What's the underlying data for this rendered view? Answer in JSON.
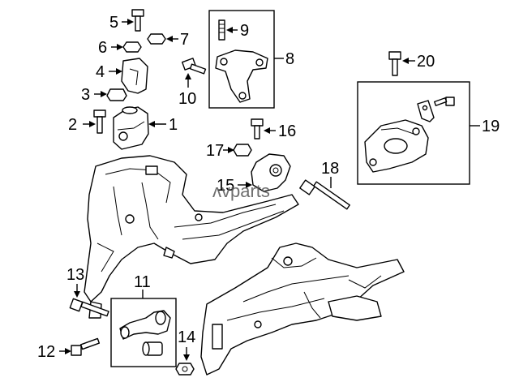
{
  "watermark": "ʌvparts",
  "callouts": {
    "c1": "1",
    "c2": "2",
    "c3": "3",
    "c4": "4",
    "c5": "5",
    "c6": "6",
    "c7": "7",
    "c8": "8",
    "c9": "9",
    "c10": "10",
    "c11": "11",
    "c12": "12",
    "c13": "13",
    "c14": "14",
    "c15": "15",
    "c16": "16",
    "c17": "17",
    "c18": "18",
    "c19": "19",
    "c20": "20"
  }
}
